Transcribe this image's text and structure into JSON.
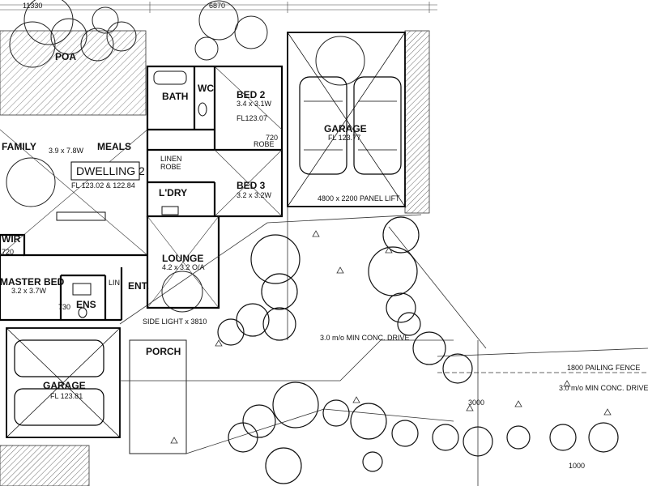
{
  "dims": {
    "top": "11330",
    "mid": "6870"
  },
  "rooms": {
    "poa": "POA",
    "bath": "BATH",
    "wc": "WC",
    "bed2": "BED 2",
    "bed2_size": "3.4 x 3.1W",
    "bed2_fl": "FL123.07",
    "robe720": "720",
    "robe": "ROBE",
    "family": "FAMILY",
    "family_size": "3.9 x 7.8W",
    "meals": "MEALS",
    "dwelling": "DWELLING 2",
    "dwelling_fl": "FL 123.02 & 122.84",
    "linen": "LINEN",
    "robe2": "ROBE",
    "ldry": "L'DRY",
    "bed3": "BED 3",
    "bed3_size": "3.2 x 3.2W",
    "garage_top": "GARAGE",
    "garage_top_fl": "FL 123.77",
    "panel_lift": "4800 x 2200 PANEL LIFT",
    "wir": "WIR",
    "lounge": "LOUNGE",
    "lounge_size": "4.2 x 3.2 O/A",
    "master": "MASTER BED",
    "master_size": "3.2 x 3.7W",
    "ens": "ENS",
    "lin": "LIN",
    "ent": "ENT.",
    "porch": "PORCH",
    "garage_bottom": "GARAGE",
    "garage_bottom_fl": "FL 123.81",
    "fence": "1800 PAILING FENCE",
    "conc_drive1": "3.0 m/o MIN CONC. DRIVE",
    "conc_drive2": "3.0 m/o MIN CONC. DRIVE",
    "side_light": "SIDE LIGHT x 3810",
    "dim720": "720",
    "dim730": "730",
    "dim1000": "1000",
    "dim3000": "3000"
  }
}
